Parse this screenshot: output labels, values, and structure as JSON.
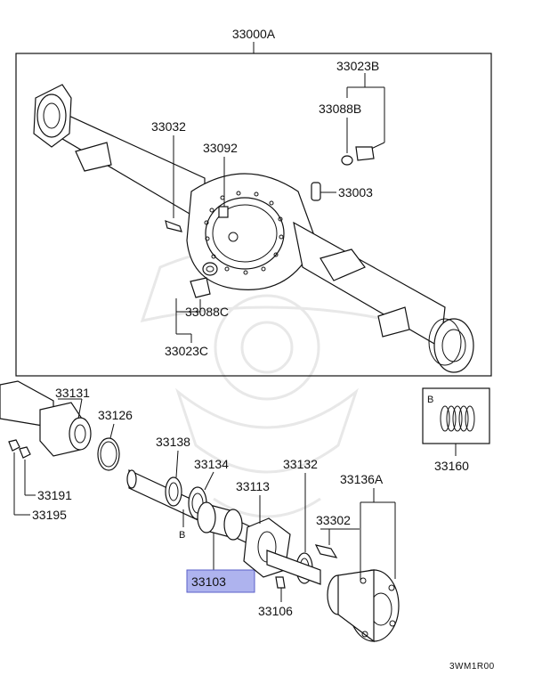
{
  "diagram": {
    "labels": {
      "main_assembly": "33000A",
      "p33023B": "33023B",
      "p33088B": "33088B",
      "p33032": "33032",
      "p33092": "33092",
      "p33003": "33003",
      "p33088C": "33088C",
      "p33023C": "33023C",
      "p33131": "33131",
      "p33126": "33126",
      "p33138": "33138",
      "p33134": "33134",
      "p33132": "33132",
      "p33136A": "33136A",
      "p33113": "33113",
      "p33302": "33302",
      "p33191": "33191",
      "p33195": "33195",
      "p33103": "33103",
      "p33106": "33106",
      "p33160": "33160",
      "ref_b_inset": "B",
      "ref_b_shaft": "B"
    },
    "highlighted_part": "33103",
    "highlight_color": "#aeb3ee",
    "drawing_code": "3WM1R00"
  }
}
